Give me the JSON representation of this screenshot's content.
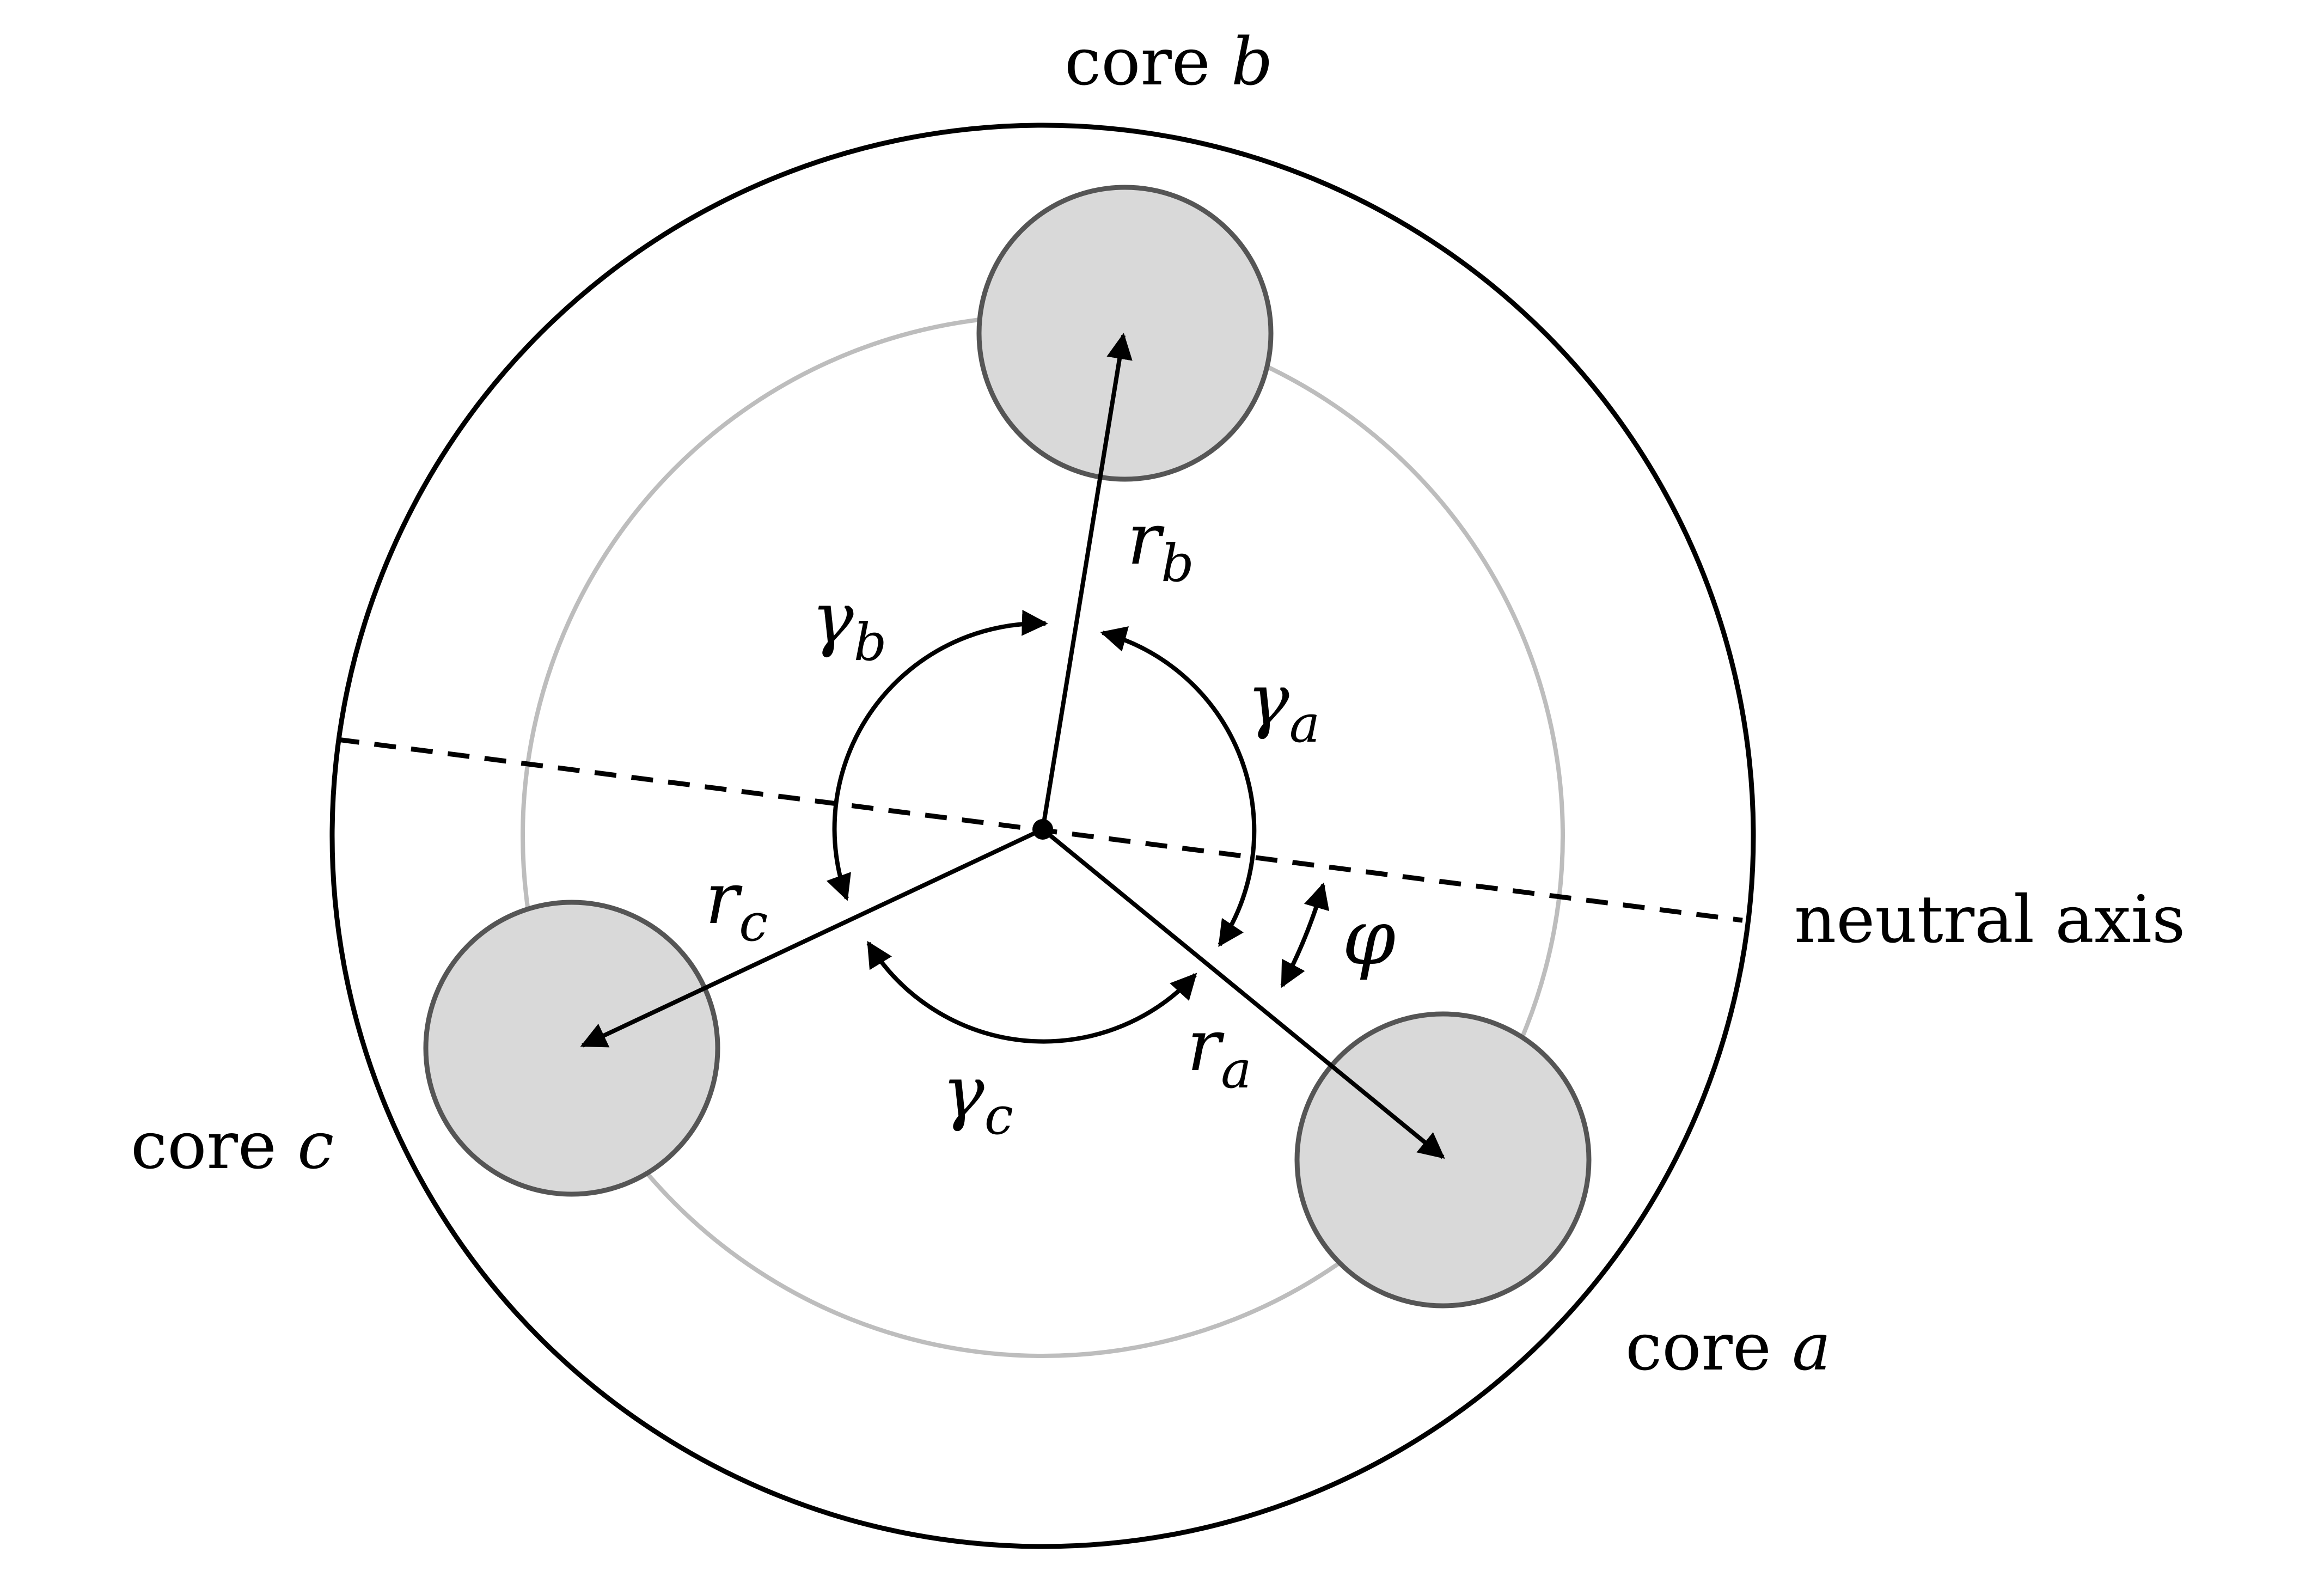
{
  "labels": {
    "core_b": {
      "prefix": "core",
      "var": "b"
    },
    "core_c": {
      "prefix": "core",
      "var": "c"
    },
    "core_a": {
      "prefix": "core",
      "var": "a"
    },
    "neutral_axis": "neutral axis",
    "r_a": {
      "base": "r",
      "sub": "a"
    },
    "r_b": {
      "base": "r",
      "sub": "b"
    },
    "r_c": {
      "base": "r",
      "sub": "c"
    },
    "gamma_a": {
      "base": "γ",
      "sub": "a"
    },
    "gamma_b": {
      "base": "γ",
      "sub": "b"
    },
    "gamma_c": {
      "base": "γ",
      "sub": "c"
    },
    "phi": "φ"
  },
  "colors": {
    "outline": "#000000",
    "core_fill": "#d9d9d9",
    "core_stroke": "#555555",
    "core_ring": "#bdbdbd"
  }
}
